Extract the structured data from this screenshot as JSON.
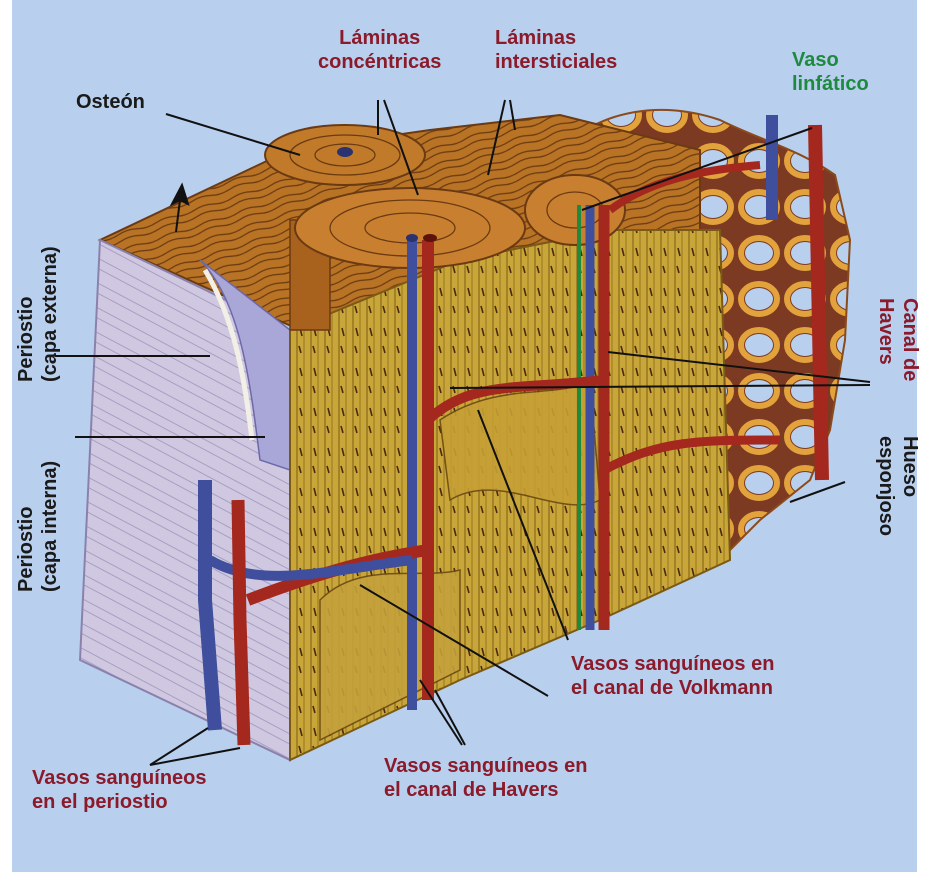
{
  "colors": {
    "background": "#b8cfee",
    "label_dark": "#1a1a1a",
    "label_red": "#8b1a2a",
    "label_green": "#1e8a3e",
    "bone_yellow": "#c9a63a",
    "bone_brown": "#a8621e",
    "periosteum": "#cfc8e0",
    "artery": "#a4281e",
    "vein": "#3f4f9e",
    "leader_line": "#111111"
  },
  "labels": {
    "osteon": "Osteón",
    "laminas_concentricas": [
      "Láminas",
      "concéntricas"
    ],
    "laminas_intersticiales": [
      "Láminas",
      "intersticiales"
    ],
    "vaso_linfatico": [
      "Vaso",
      "linfático"
    ],
    "canal_havers": [
      "Canal de",
      "Havers"
    ],
    "hueso_esponjoso": [
      "Hueso",
      "esponjoso"
    ],
    "periostio_externa": [
      "Periostio",
      "(capa externa)"
    ],
    "periostio_interna": [
      "Periostio",
      "(capa interna)"
    ],
    "vasos_volkmann": [
      "Vasos sanguíneos en",
      "el canal de Volkmann"
    ],
    "vasos_havers": [
      "Vasos sanguíneos en",
      "el canal de Havers"
    ],
    "vasos_periostio": [
      "Vasos sanguíneos",
      "en el periostio"
    ]
  }
}
